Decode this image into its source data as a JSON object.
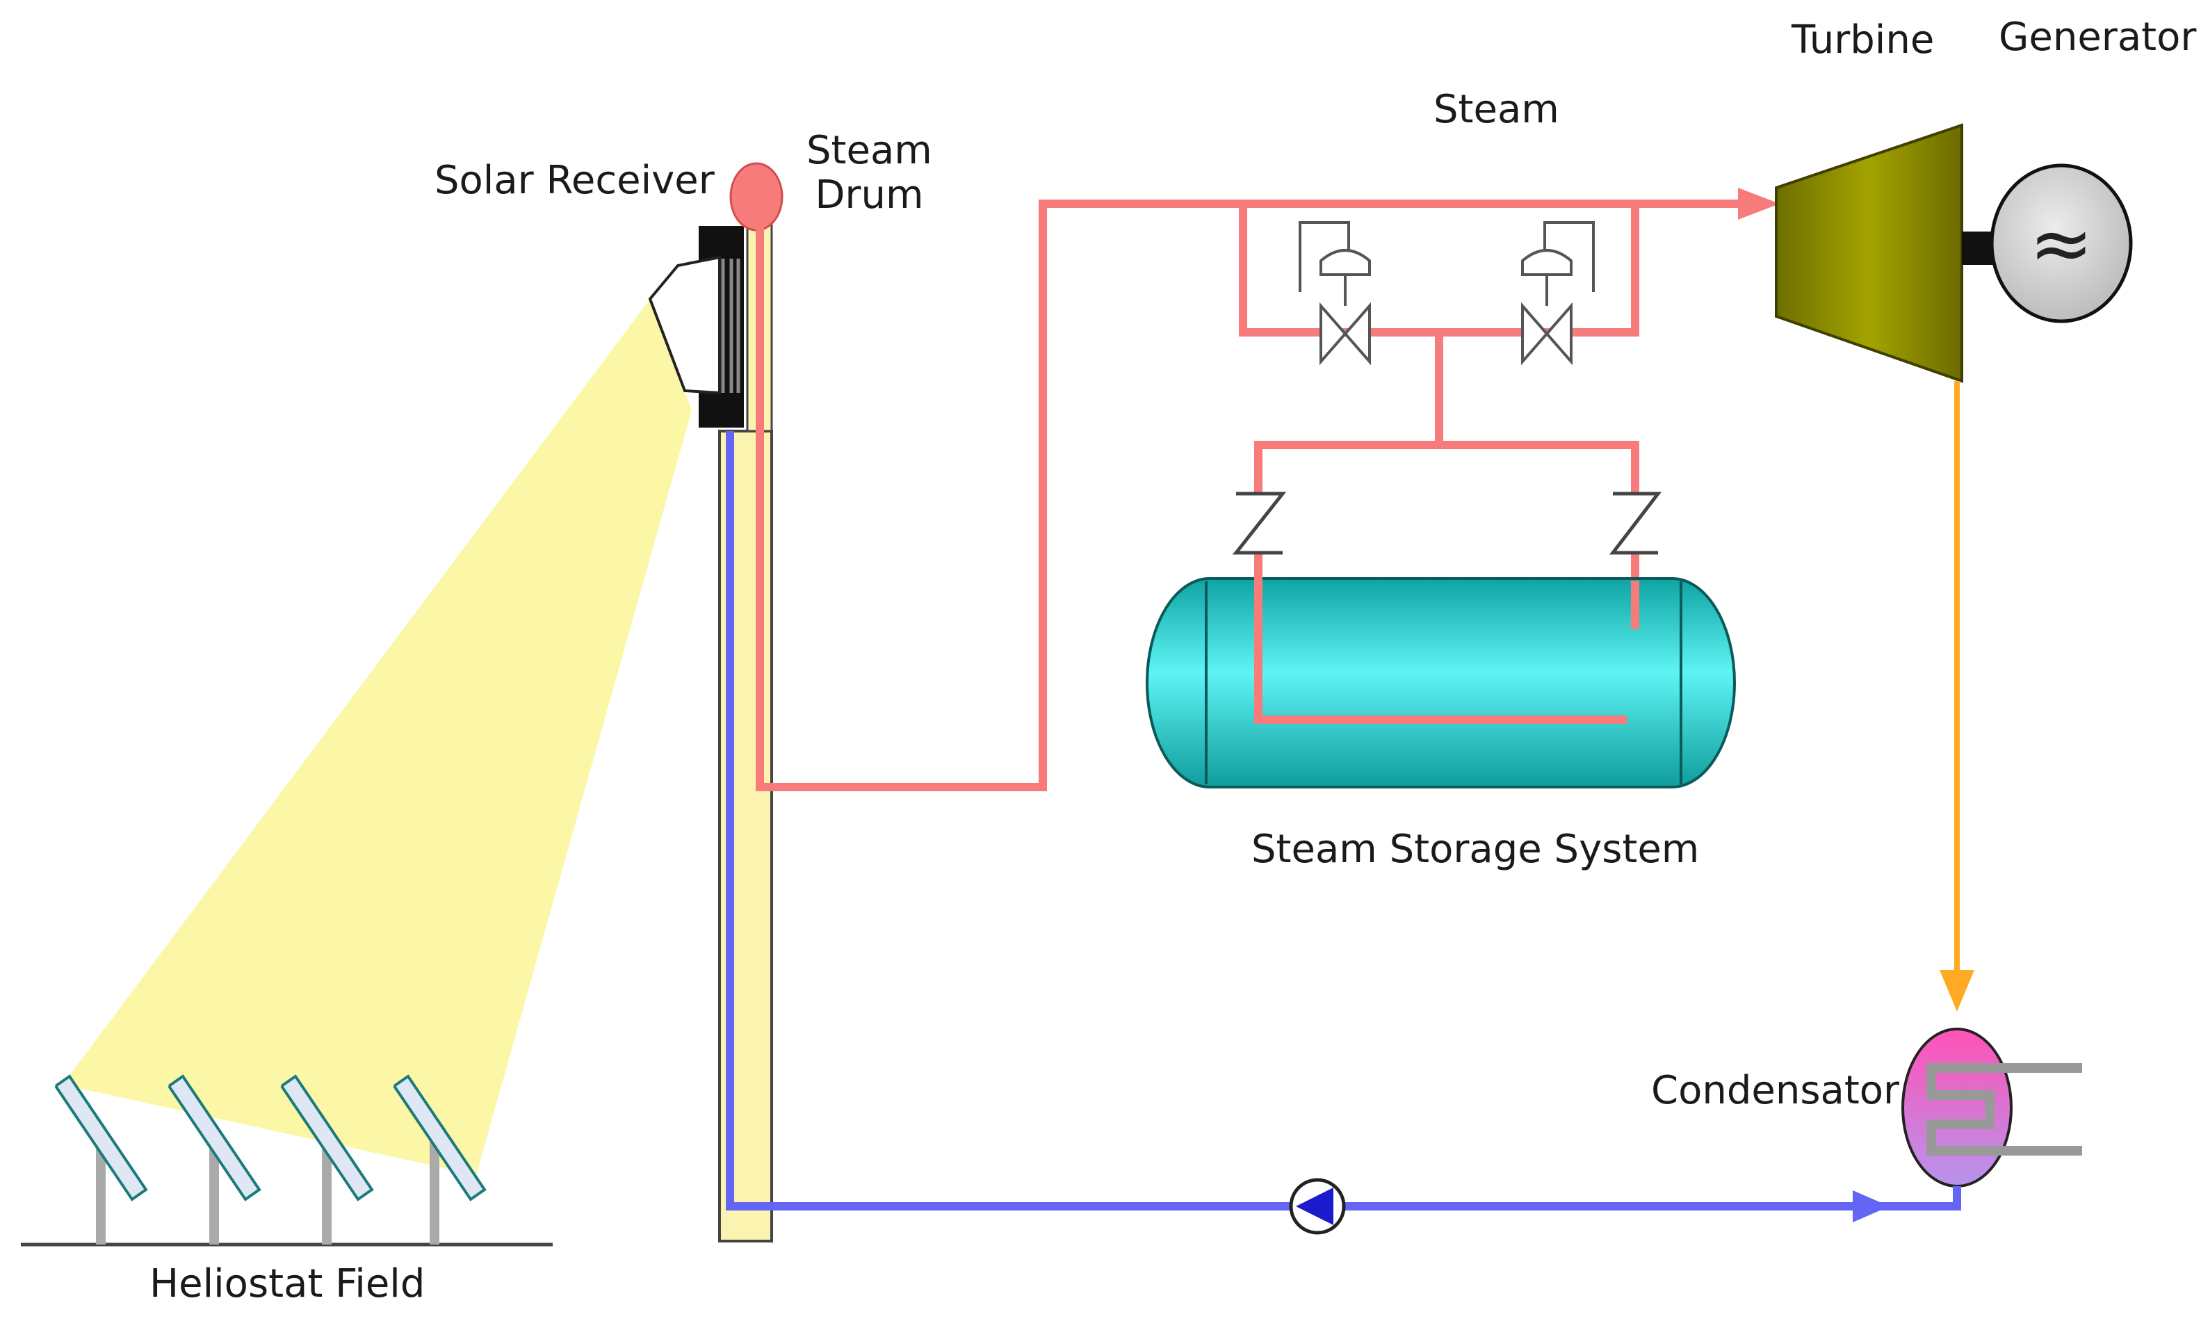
{
  "labels": {
    "solar_receiver": "Solar Receiver",
    "steam_drum_line1": "Steam",
    "steam_drum_line2": "Drum",
    "steam": "Steam",
    "turbine": "Turbine",
    "generator": "Generator",
    "steam_storage_system": "Steam Storage System",
    "condensator": "Condensator",
    "heliostat_field": "Heliostat Field"
  },
  "icons": {
    "generator_symbol": "≈"
  },
  "colors": {
    "steam_line": "#f87b7b",
    "water_line": "#6464f5",
    "exhaust_line": "#ffaa22",
    "sunlight": "#fbf7a6",
    "tower": "#fbf3b0",
    "turbine": "#8a8a00",
    "generator": "#d6d6d6",
    "storage_tank": "#28c7c7",
    "condenser_top": "#ff5fb8",
    "condenser_bottom": "#b58ce8",
    "mirror": "#dfe7f5"
  }
}
